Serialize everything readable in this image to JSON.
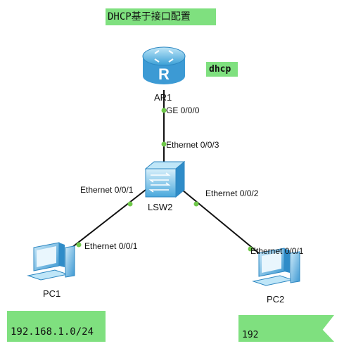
{
  "notes": {
    "title": "DHCP基于接口配置",
    "dhcp": "dhcp",
    "pc1_ip": "192.168.1.0/24",
    "pc2_ip": "192"
  },
  "devices": {
    "router": "AR1",
    "switch": "LSW2",
    "pc1": "PC1",
    "pc2": "PC2"
  },
  "interfaces": {
    "ar1_ge": "GE 0/0/0",
    "lsw_e3": "Ethernet 0/0/3",
    "lsw_e1": "Ethernet 0/0/1",
    "lsw_e2": "Ethernet 0/0/2",
    "pc1_e1": "Ethernet 0/0/1",
    "pc2_e1": "Ethernet 0/0/1"
  },
  "colors": {
    "note_bg": "#7fe07f",
    "link": "#111111",
    "port_dot": "#6fc84a"
  },
  "icons": [
    "router-icon",
    "switch-icon",
    "pc-icon"
  ]
}
